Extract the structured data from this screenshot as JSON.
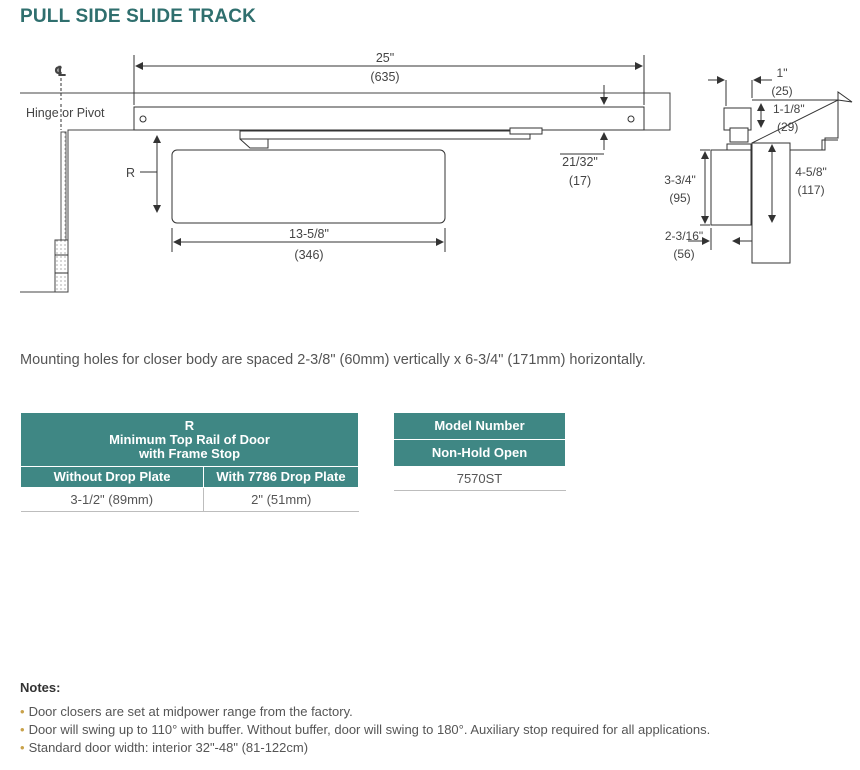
{
  "page_title": "PULL SIDE SLIDE TRACK",
  "drawing": {
    "centerline_symbol": "℄",
    "hinge_label": "Hinge or Pivot",
    "r_label": "R",
    "track_length": "25\"",
    "track_length_mm": "(635)",
    "closer_length": "13-5/8\"",
    "closer_length_mm": "(346)",
    "track_offset": "21/32\"",
    "track_offset_mm": "(17)",
    "side_width": "1\"",
    "side_width_mm": "(25)",
    "side_track_height": "1-1/8\"",
    "side_track_height_mm": "(29)",
    "closer_height": "3-3/4\"",
    "closer_height_mm": "(95)",
    "projection": "4-5/8\"",
    "projection_mm": "(117)",
    "depth": "2-3/16\"",
    "depth_mm": "(56)"
  },
  "mounting_note": "Mounting holes for closer body are spaced 2-3/8\" (60mm) vertically x 6-3/4\" (171mm) horizontally.",
  "r_table": {
    "header_r": "R",
    "header_line1": "Minimum Top Rail of Door",
    "header_line2": "with Frame Stop",
    "col1": "Without Drop Plate",
    "col2": "With 7786 Drop Plate",
    "val1": "3-1/2\" (89mm)",
    "val2": "2\" (51mm)"
  },
  "model_table": {
    "header": "Model Number",
    "subheader": "Non-Hold Open",
    "value": "7570ST"
  },
  "notes": {
    "title": "Notes:",
    "bullet": "•",
    "items": [
      "Door closers are set at midpower range from the factory.",
      "Door will swing up to 110° with buffer. Without buffer, door will swing to 180°. Auxiliary stop required for all applications.",
      "Standard door width: interior 32\"-48\" (81-122cm)"
    ]
  }
}
